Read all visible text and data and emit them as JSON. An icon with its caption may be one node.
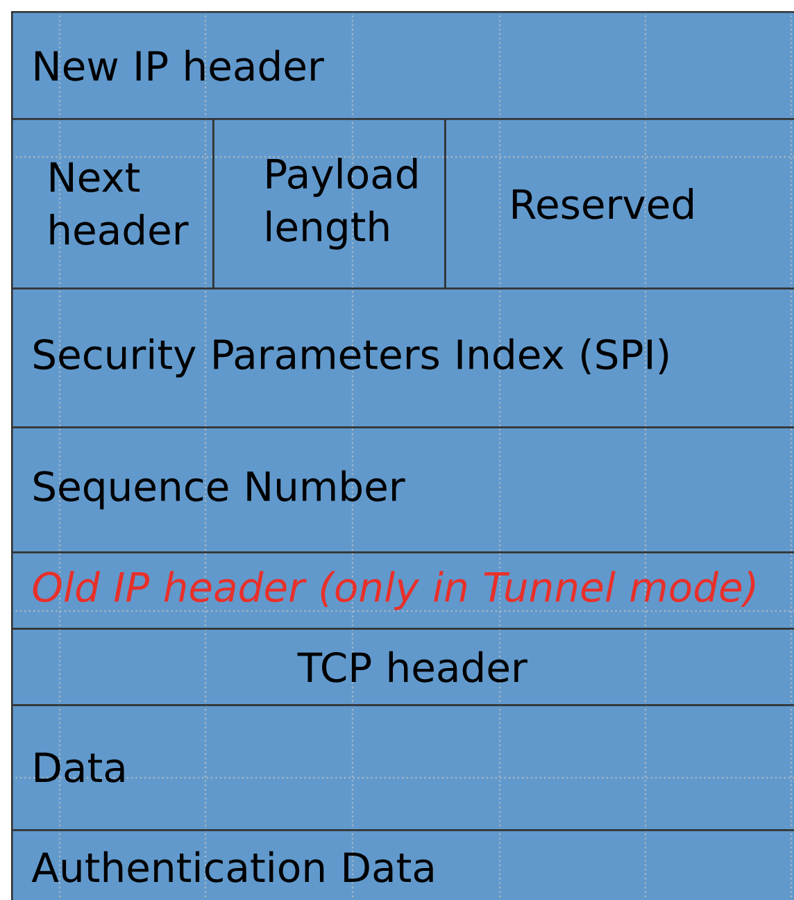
{
  "diagram": {
    "nodes": [
      {
        "text": [
          "New IP header"
        ]
      },
      {
        "text": [
          "Next header"
        ]
      },
      {
        "text": [
          "Payload length"
        ]
      },
      {
        "text": [
          "Reserved"
        ]
      },
      {
        "text": [
          "Security Parameters Index (SPI)"
        ]
      },
      {
        "text": [
          "Sequence Number"
        ]
      },
      {
        "text": [
          "Old IP header (only in Tunnel mode)"
        ]
      },
      {
        "text": [
          "TCP header"
        ]
      },
      {
        "text": [
          "Data"
        ]
      },
      {
        "text": [
          "Authentication Data"
        ]
      }
    ]
  }
}
